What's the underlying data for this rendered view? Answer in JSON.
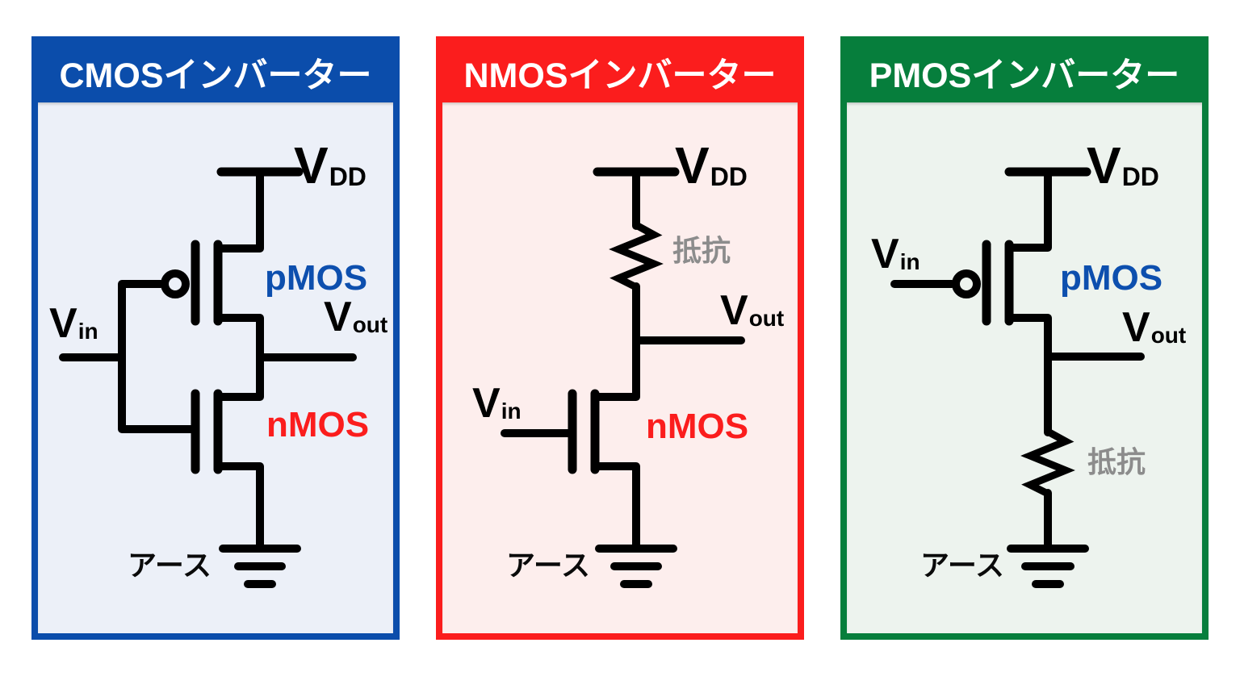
{
  "page": {
    "background_color": "#ffffff",
    "wire_color": "#000000"
  },
  "panels": [
    {
      "key": "cmos-inverter",
      "title": "CMOSインバーター",
      "accent_color": "#0b4dab",
      "body_color": "#ecf0f8",
      "labels": {
        "vdd": {
          "base": "V",
          "sub": "DD"
        },
        "vin": {
          "base": "V",
          "sub": "in"
        },
        "vout": {
          "base": "V",
          "sub": "out"
        },
        "pmos": "pMOS",
        "nmos": "nMOS",
        "ground": "アース"
      },
      "label_colors": {
        "pmos": "#0d4fae",
        "nmos": "#fb1d1d"
      }
    },
    {
      "key": "nmos-inverter",
      "title": "NMOSインバーター",
      "accent_color": "#fb1d1d",
      "body_color": "#fdeeed",
      "labels": {
        "vdd": {
          "base": "V",
          "sub": "DD"
        },
        "vin": {
          "base": "V",
          "sub": "in"
        },
        "vout": {
          "base": "V",
          "sub": "out"
        },
        "resistor": "抵抗",
        "nmos": "nMOS",
        "ground": "アース"
      },
      "label_colors": {
        "nmos": "#fb1d1d",
        "resistor": "#8c8c8c"
      }
    },
    {
      "key": "pmos-inverter",
      "title": "PMOSインバーター",
      "accent_color": "#067e3c",
      "body_color": "#edf3ee",
      "labels": {
        "vdd": {
          "base": "V",
          "sub": "DD"
        },
        "vin": {
          "base": "V",
          "sub": "in"
        },
        "vout": {
          "base": "V",
          "sub": "out"
        },
        "pmos": "pMOS",
        "resistor": "抵抗",
        "ground": "アース"
      },
      "label_colors": {
        "pmos": "#0d4fae",
        "resistor": "#8c8c8c"
      }
    }
  ]
}
